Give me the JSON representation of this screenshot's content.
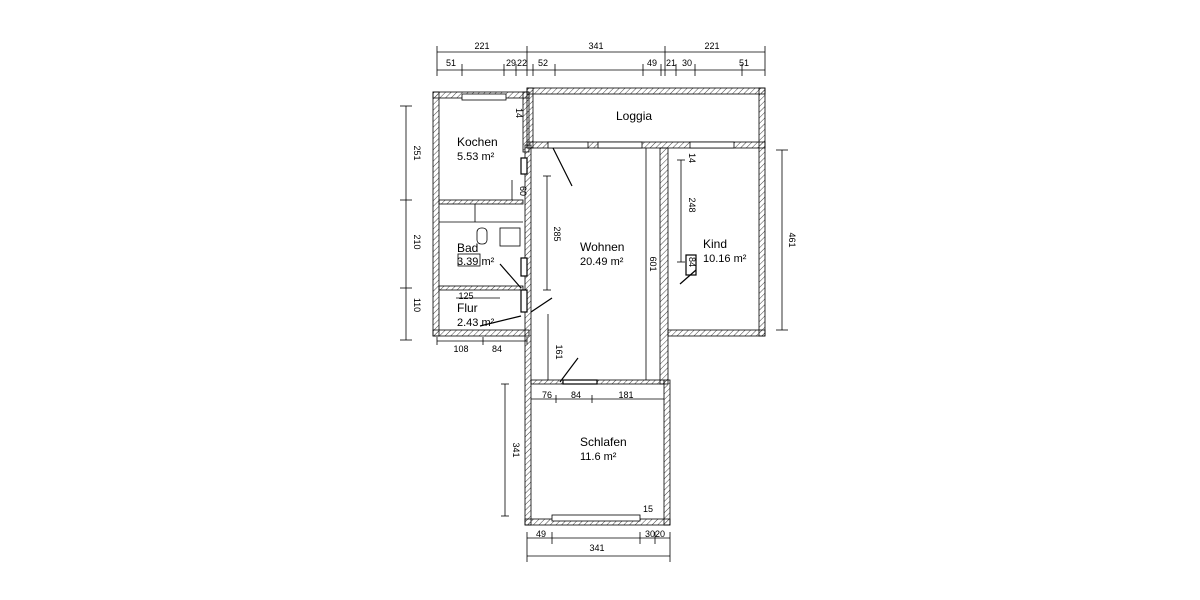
{
  "rooms": {
    "kochen": {
      "name": "Kochen",
      "area": "5.53 m²"
    },
    "bad": {
      "name": "Bad",
      "area": "3.39 m²"
    },
    "flur": {
      "name": "Flur",
      "area": "2.43 m²"
    },
    "wohnen": {
      "name": "Wohnen",
      "area": "20.49 m²"
    },
    "kind": {
      "name": "Kind",
      "area": "10.16 m²"
    },
    "loggia": {
      "name": "Loggia"
    },
    "schlafen": {
      "name": "Schlafen",
      "area": "11.6 m²"
    }
  },
  "dims": {
    "top_total": [
      "221",
      "341",
      "221"
    ],
    "top_detail": [
      "51",
      "29",
      "22",
      "52",
      "49",
      "21",
      "30",
      "51"
    ],
    "left": [
      "251",
      "210",
      "110"
    ],
    "right": "461",
    "flur_width": "125",
    "below_flur": [
      "108",
      "84"
    ],
    "kochen_inner": "60",
    "kochen_window": "14",
    "wohnen_height": "285",
    "wohnen_door": "161",
    "wohnen_total": "601",
    "kind_height": "248",
    "kind_top": "14",
    "kind_door": "84",
    "schlafen_top": [
      "76",
      "84",
      "181"
    ],
    "schlafen_height": "341",
    "schlafen_window": "15",
    "bottom": [
      "49",
      "341",
      "30",
      "20"
    ]
  }
}
